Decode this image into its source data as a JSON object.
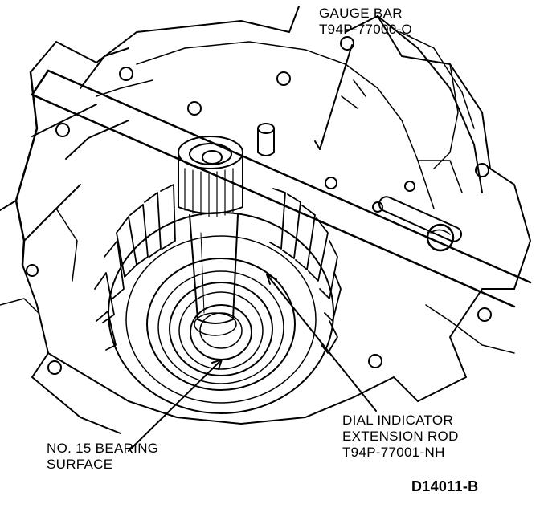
{
  "callouts": {
    "gauge_bar": {
      "line1": "GAUGE BAR",
      "line2": "T94P-77000-Q"
    },
    "dial_indicator": {
      "line1": "DIAL INDICATOR",
      "line2": "EXTENSION ROD",
      "line3": "T94P-77001-NH"
    },
    "bearing_surface": {
      "line1": "NO. 15 BEARING",
      "line2": "SURFACE"
    }
  },
  "figure_id": "D14011-B",
  "colors": {
    "ink": "#000000",
    "paper": "#ffffff"
  }
}
